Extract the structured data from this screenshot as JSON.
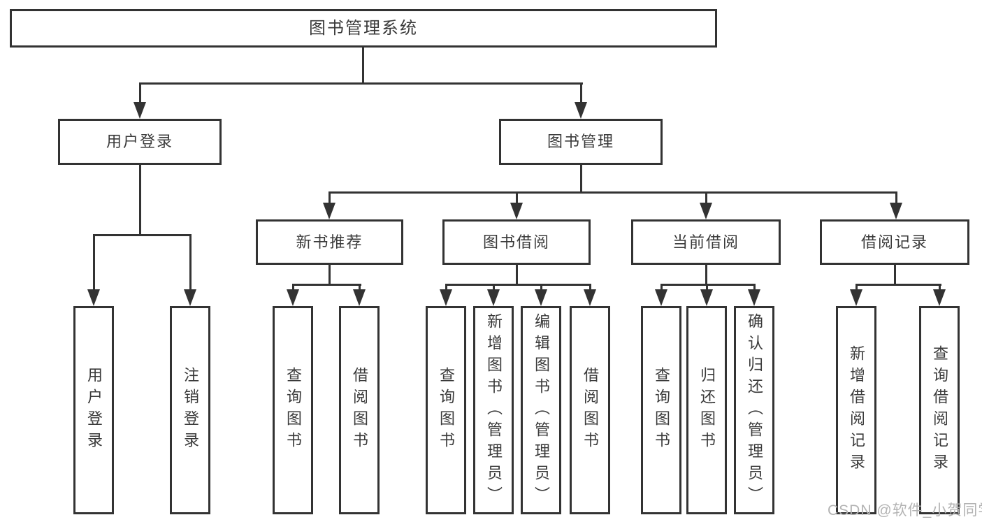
{
  "tree": {
    "label": "图书管理系统",
    "children": [
      {
        "label": "用户登录",
        "children": [
          {
            "label": "用户登录"
          },
          {
            "label": "注销登录"
          }
        ]
      },
      {
        "label": "图书管理",
        "children": [
          {
            "label": "新书推荐",
            "children": [
              {
                "label": "查询图书"
              },
              {
                "label": "借阅图书"
              }
            ]
          },
          {
            "label": "图书借阅",
            "children": [
              {
                "label": "查询图书"
              },
              {
                "label": "新增图书（管理员）"
              },
              {
                "label": "编辑图书（管理员）"
              },
              {
                "label": "借阅图书"
              }
            ]
          },
          {
            "label": "当前借阅",
            "children": [
              {
                "label": "查询图书"
              },
              {
                "label": "归还图书"
              },
              {
                "label": "确认归还（管理员）"
              }
            ]
          },
          {
            "label": "借阅记录",
            "children": [
              {
                "label": "新增借阅记录"
              },
              {
                "label": "查询借阅记录"
              }
            ]
          }
        ]
      }
    ]
  },
  "watermark": {
    "text": "CSDN @软件_小贺同学",
    "color": "#b3b3b3"
  },
  "colors": {
    "line": "#333333",
    "text": "#3a3a3a",
    "box_background": "#ffffff",
    "page_background": "#ffffff"
  }
}
